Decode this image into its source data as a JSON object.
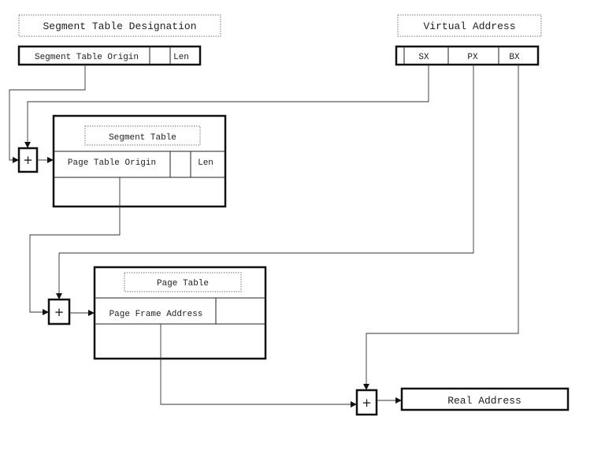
{
  "labels": {
    "std_title": "Segment Table Designation",
    "std_origin": "Segment Table Origin",
    "std_len": "Len",
    "va_title": "Virtual Address",
    "va_sx": "SX",
    "va_px": "PX",
    "va_bx": "BX",
    "seg_table_title": "Segment Table",
    "seg_table_origin": "Page Table Origin",
    "seg_table_len": "Len",
    "page_table_title": "Page Table",
    "page_frame": "Page Frame Address",
    "real_address": "Real Address",
    "plus": "+"
  }
}
